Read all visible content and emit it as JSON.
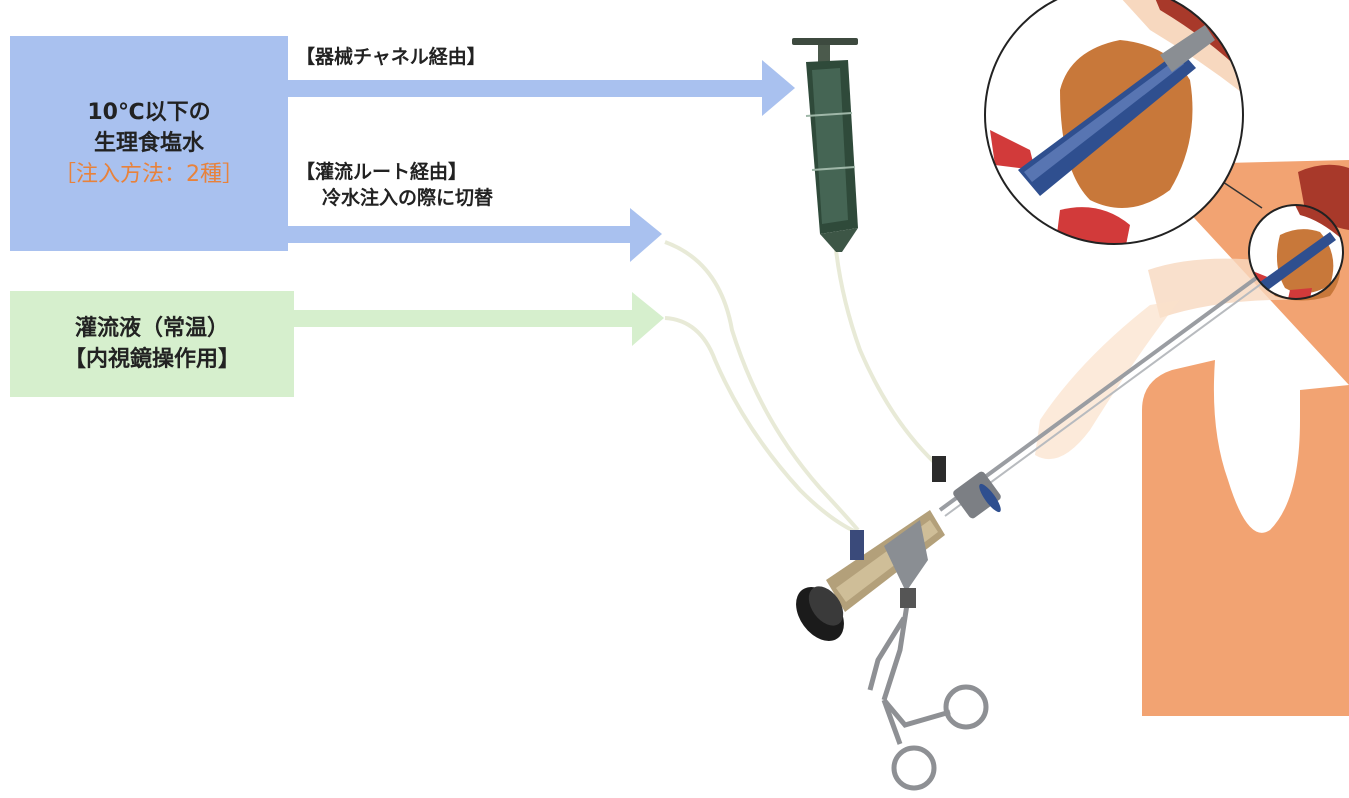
{
  "saline_box": {
    "line1": "10℃以下の",
    "line2": "生理食塩水",
    "method": "［注入方法：2種］"
  },
  "irrigation_box": {
    "line1": "灌流液（常温）",
    "line2": "【内視鏡操作用】"
  },
  "routes": {
    "channel": "【器械チャネル経由】",
    "irrigation": "【灌流ルート経由】",
    "irrigation_note": "冷水注入の際に切替"
  },
  "colors": {
    "saline_blue": "#a9c1ef",
    "irrigation_green": "#d6efcd",
    "method_orange": "#e8823b",
    "tissue_orange": "#f2a372",
    "stone_brown": "#c8783a",
    "instrument_blue": "#2f4f8f",
    "mucosa_red": "#d23a3a"
  },
  "icons": [
    "syringe-icon",
    "ureteroscope-icon",
    "forceps-icon",
    "magnifier-icon"
  ]
}
